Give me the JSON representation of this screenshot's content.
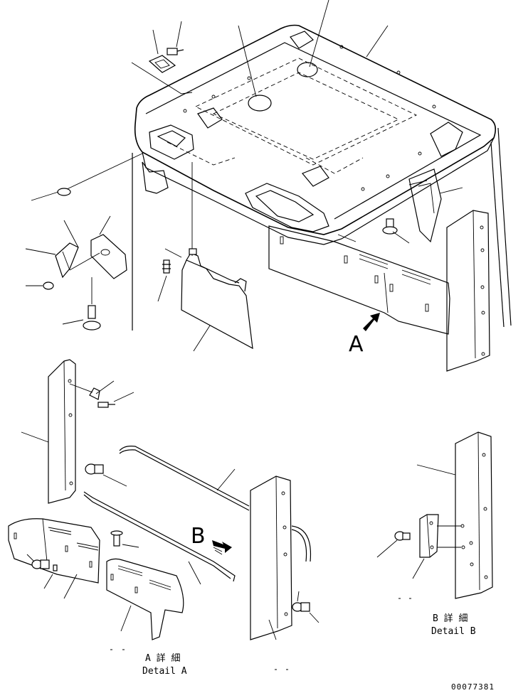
{
  "drawing": {
    "view_a_letter": "A",
    "view_b_letter": "B",
    "detail_a_jp": "A 詳 細",
    "detail_a_en": "Detail A",
    "detail_b_jp": "B 詳 細",
    "detail_b_en": "Detail B",
    "drawing_number": "00077381"
  },
  "colors": {
    "line": "#000000",
    "paper": "#ffffff"
  }
}
